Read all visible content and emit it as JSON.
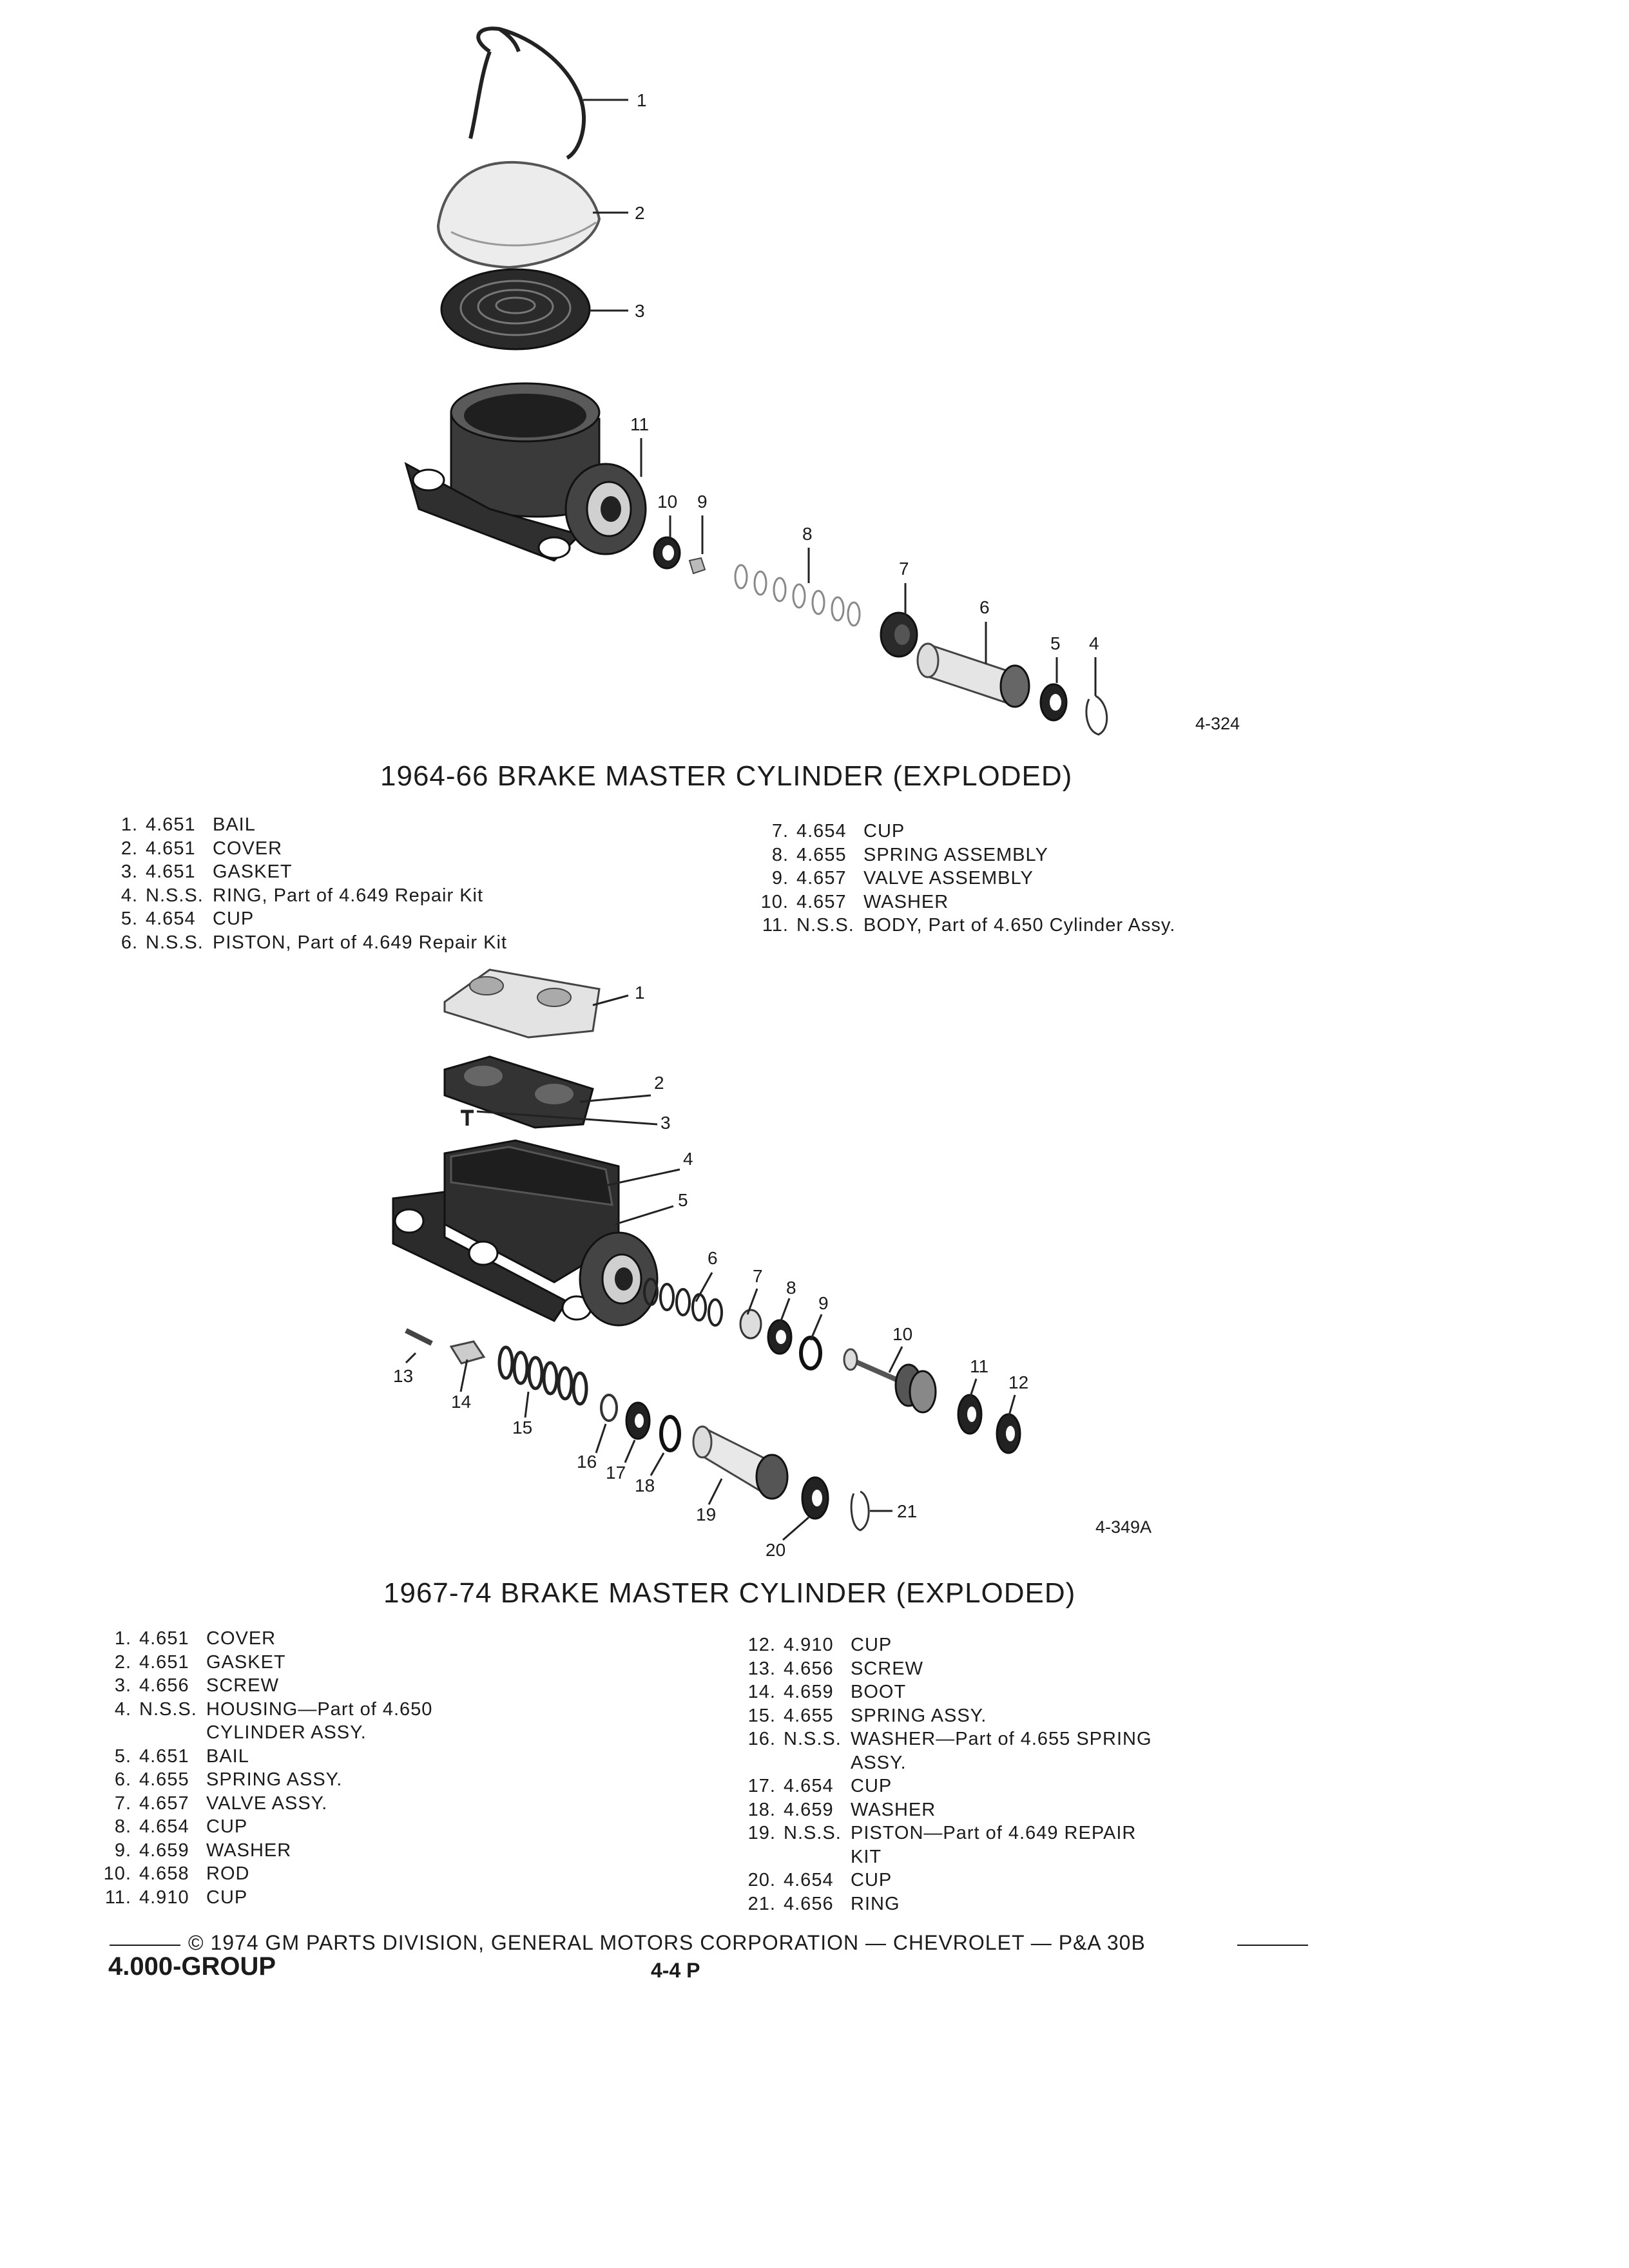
{
  "figure1": {
    "id": "4-324",
    "title": "1964-66 BRAKE MASTER CYLINDER (EXPLODED)",
    "callouts": [
      "1",
      "2",
      "3",
      "11",
      "10",
      "9",
      "8",
      "7",
      "6",
      "5",
      "4"
    ],
    "parts_left": [
      {
        "n": "1.",
        "p": "4.651",
        "d": "BAIL"
      },
      {
        "n": "2.",
        "p": "4.651",
        "d": "COVER"
      },
      {
        "n": "3.",
        "p": "4.651",
        "d": "GASKET"
      },
      {
        "n": "4.",
        "p": "N.S.S.",
        "d": "RING, Part of 4.649 Repair Kit"
      },
      {
        "n": "5.",
        "p": "4.654",
        "d": "CUP"
      },
      {
        "n": "6.",
        "p": "N.S.S.",
        "d": "PISTON, Part of 4.649 Repair Kit"
      }
    ],
    "parts_right": [
      {
        "n": "7.",
        "p": "4.654",
        "d": "CUP"
      },
      {
        "n": "8.",
        "p": "4.655",
        "d": "SPRING ASSEMBLY"
      },
      {
        "n": "9.",
        "p": "4.657",
        "d": "VALVE ASSEMBLY"
      },
      {
        "n": "10.",
        "p": "4.657",
        "d": "WASHER"
      },
      {
        "n": "11.",
        "p": "N.S.S.",
        "d": "BODY, Part of 4.650 Cylinder Assy."
      }
    ]
  },
  "figure2": {
    "id": "4-349A",
    "title": "1967-74 BRAKE MASTER CYLINDER (EXPLODED)",
    "callouts": [
      "1",
      "2",
      "3",
      "4",
      "5",
      "6",
      "7",
      "8",
      "9",
      "10",
      "11",
      "12",
      "13",
      "14",
      "15",
      "16",
      "17",
      "18",
      "19",
      "20",
      "21"
    ],
    "parts_left": [
      {
        "n": "1.",
        "p": "4.651",
        "d": "COVER"
      },
      {
        "n": "2.",
        "p": "4.651",
        "d": "GASKET"
      },
      {
        "n": "3.",
        "p": "4.656",
        "d": "SCREW"
      },
      {
        "n": "4.",
        "p": "N.S.S.",
        "d": "HOUSING—Part of 4.650\nCYLINDER ASSY."
      },
      {
        "n": "5.",
        "p": "4.651",
        "d": "BAIL"
      },
      {
        "n": "6.",
        "p": "4.655",
        "d": "SPRING ASSY."
      },
      {
        "n": "7.",
        "p": "4.657",
        "d": "VALVE ASSY."
      },
      {
        "n": "8.",
        "p": "4.654",
        "d": "CUP"
      },
      {
        "n": "9.",
        "p": "4.659",
        "d": "WASHER"
      },
      {
        "n": "10.",
        "p": "4.658",
        "d": "ROD"
      },
      {
        "n": "11.",
        "p": "4.910",
        "d": "CUP"
      }
    ],
    "parts_right": [
      {
        "n": "12.",
        "p": "4.910",
        "d": "CUP"
      },
      {
        "n": "13.",
        "p": "4.656",
        "d": "SCREW"
      },
      {
        "n": "14.",
        "p": "4.659",
        "d": "BOOT"
      },
      {
        "n": "15.",
        "p": "4.655",
        "d": "SPRING ASSY."
      },
      {
        "n": "16.",
        "p": "N.S.S.",
        "d": "WASHER—Part of 4.655 SPRING\nASSY."
      },
      {
        "n": "17.",
        "p": "4.654",
        "d": "CUP"
      },
      {
        "n": "18.",
        "p": "4.659",
        "d": "WASHER"
      },
      {
        "n": "19.",
        "p": "N.S.S.",
        "d": "PISTON—Part of 4.649 REPAIR\nKIT"
      },
      {
        "n": "20.",
        "p": "4.654",
        "d": "CUP"
      },
      {
        "n": "21.",
        "p": "4.656",
        "d": "RING"
      }
    ]
  },
  "footer": {
    "copyright": "© 1974 GM PARTS DIVISION, GENERAL MOTORS CORPORATION — CHEVROLET — P&A 30B",
    "group": "4.000-GROUP",
    "page": "4-4  P"
  }
}
